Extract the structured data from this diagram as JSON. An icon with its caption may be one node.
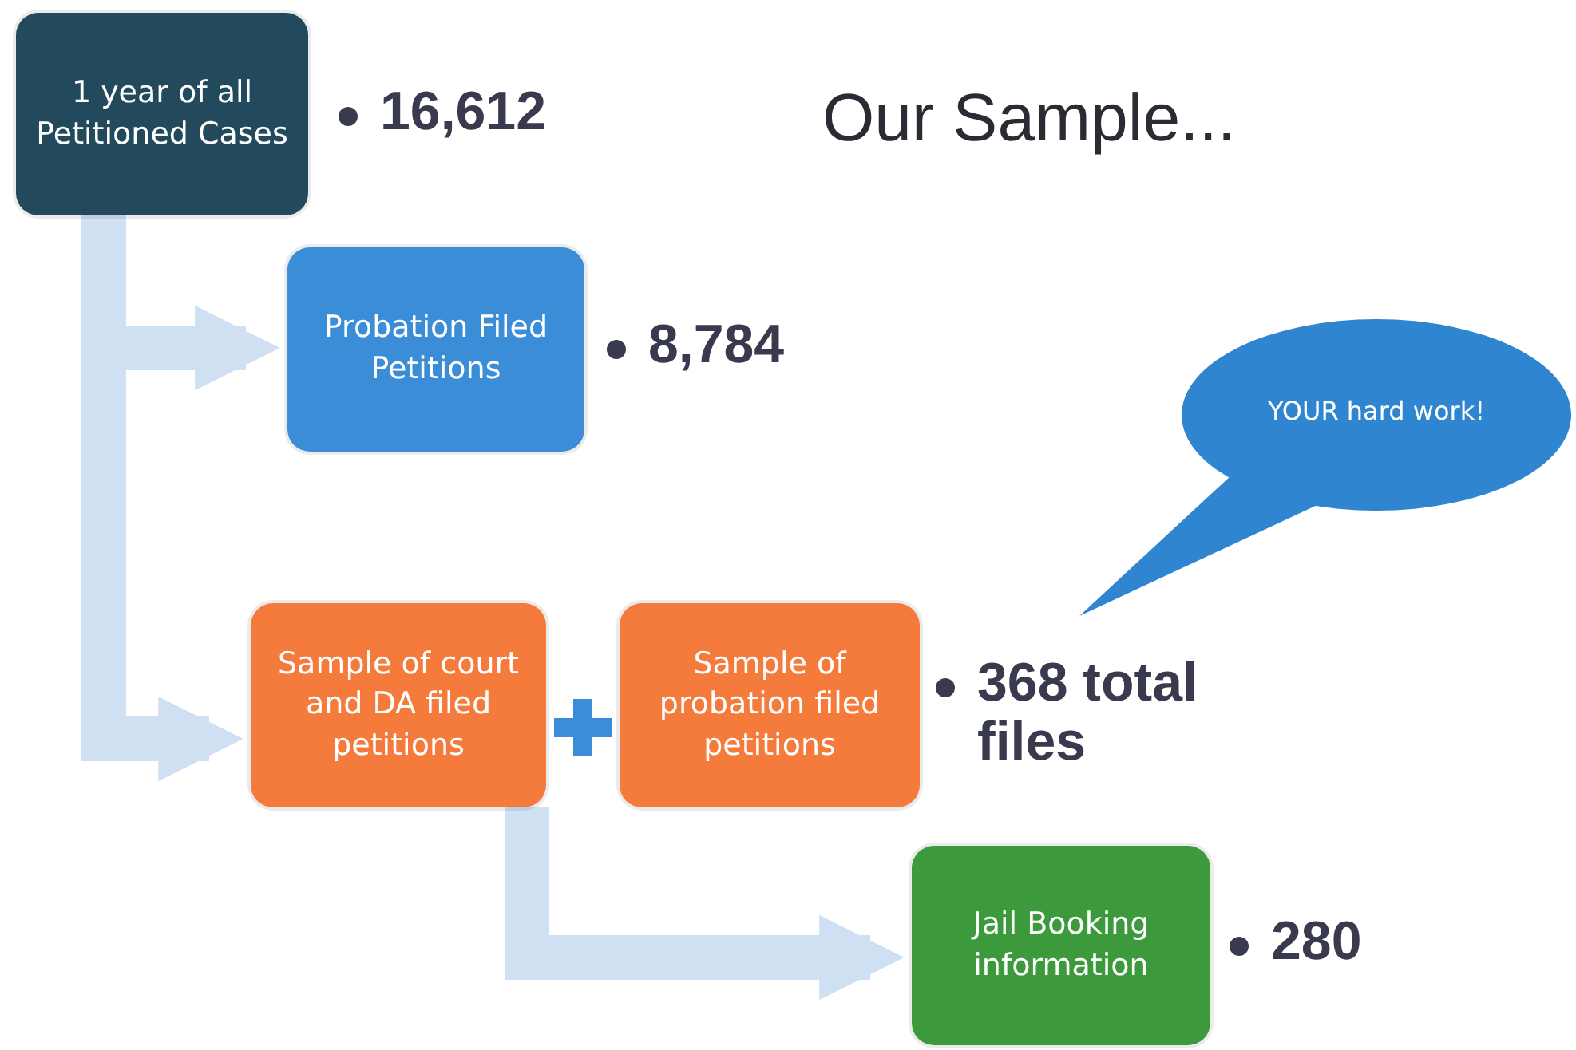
{
  "diagram": {
    "title": "Our Sample...",
    "nodes": [
      {
        "text": [
          "1 year of all Petitioned Cases"
        ],
        "beside": [
          "16,612"
        ]
      },
      {
        "text": [
          "Probation Filed Petitions"
        ],
        "beside": [
          "8,784"
        ]
      },
      {
        "text": [
          "Sample of court and DA filed petitions"
        ]
      },
      {
        "text": [
          "Sample of probation filed petitions"
        ],
        "beside": [
          "368 total files"
        ]
      },
      {
        "text": [
          "Jail Booking information"
        ],
        "beside": [
          "280"
        ]
      },
      {
        "text": [
          "YOUR hard work!"
        ]
      }
    ],
    "edges": [
      {
        "from": 0,
        "to": 1,
        "arrow": "to"
      },
      {
        "from": 0,
        "to": 2,
        "arrow": "to"
      },
      {
        "from": 2,
        "to": 4,
        "arrow": "to"
      }
    ]
  }
}
